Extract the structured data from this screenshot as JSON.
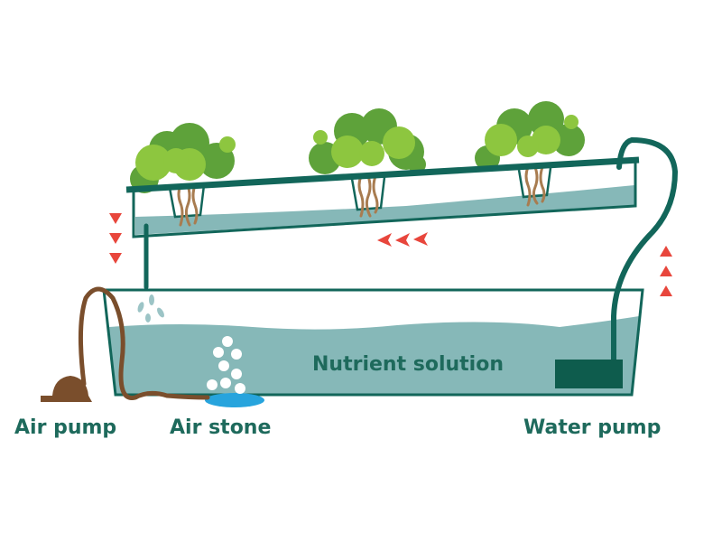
{
  "labels": {
    "nutrient_solution": "Nutrient solution",
    "air_pump": "Air pump",
    "air_stone": "Air stone",
    "water_pump": "Water pump"
  },
  "colors": {
    "pipe": "#12665a",
    "water": "#86b8b8",
    "text": "#1e6a5c",
    "leaf_light": "#8dc63f",
    "leaf_dark": "#5ea23a",
    "roots": "#a87c50",
    "air_tube": "#7a4e2c",
    "arrows": "#e8463c",
    "air_stone": "#27a4dd",
    "pump": "#0e5c4d"
  },
  "flow_arrows": [
    "down",
    "left",
    "up"
  ]
}
